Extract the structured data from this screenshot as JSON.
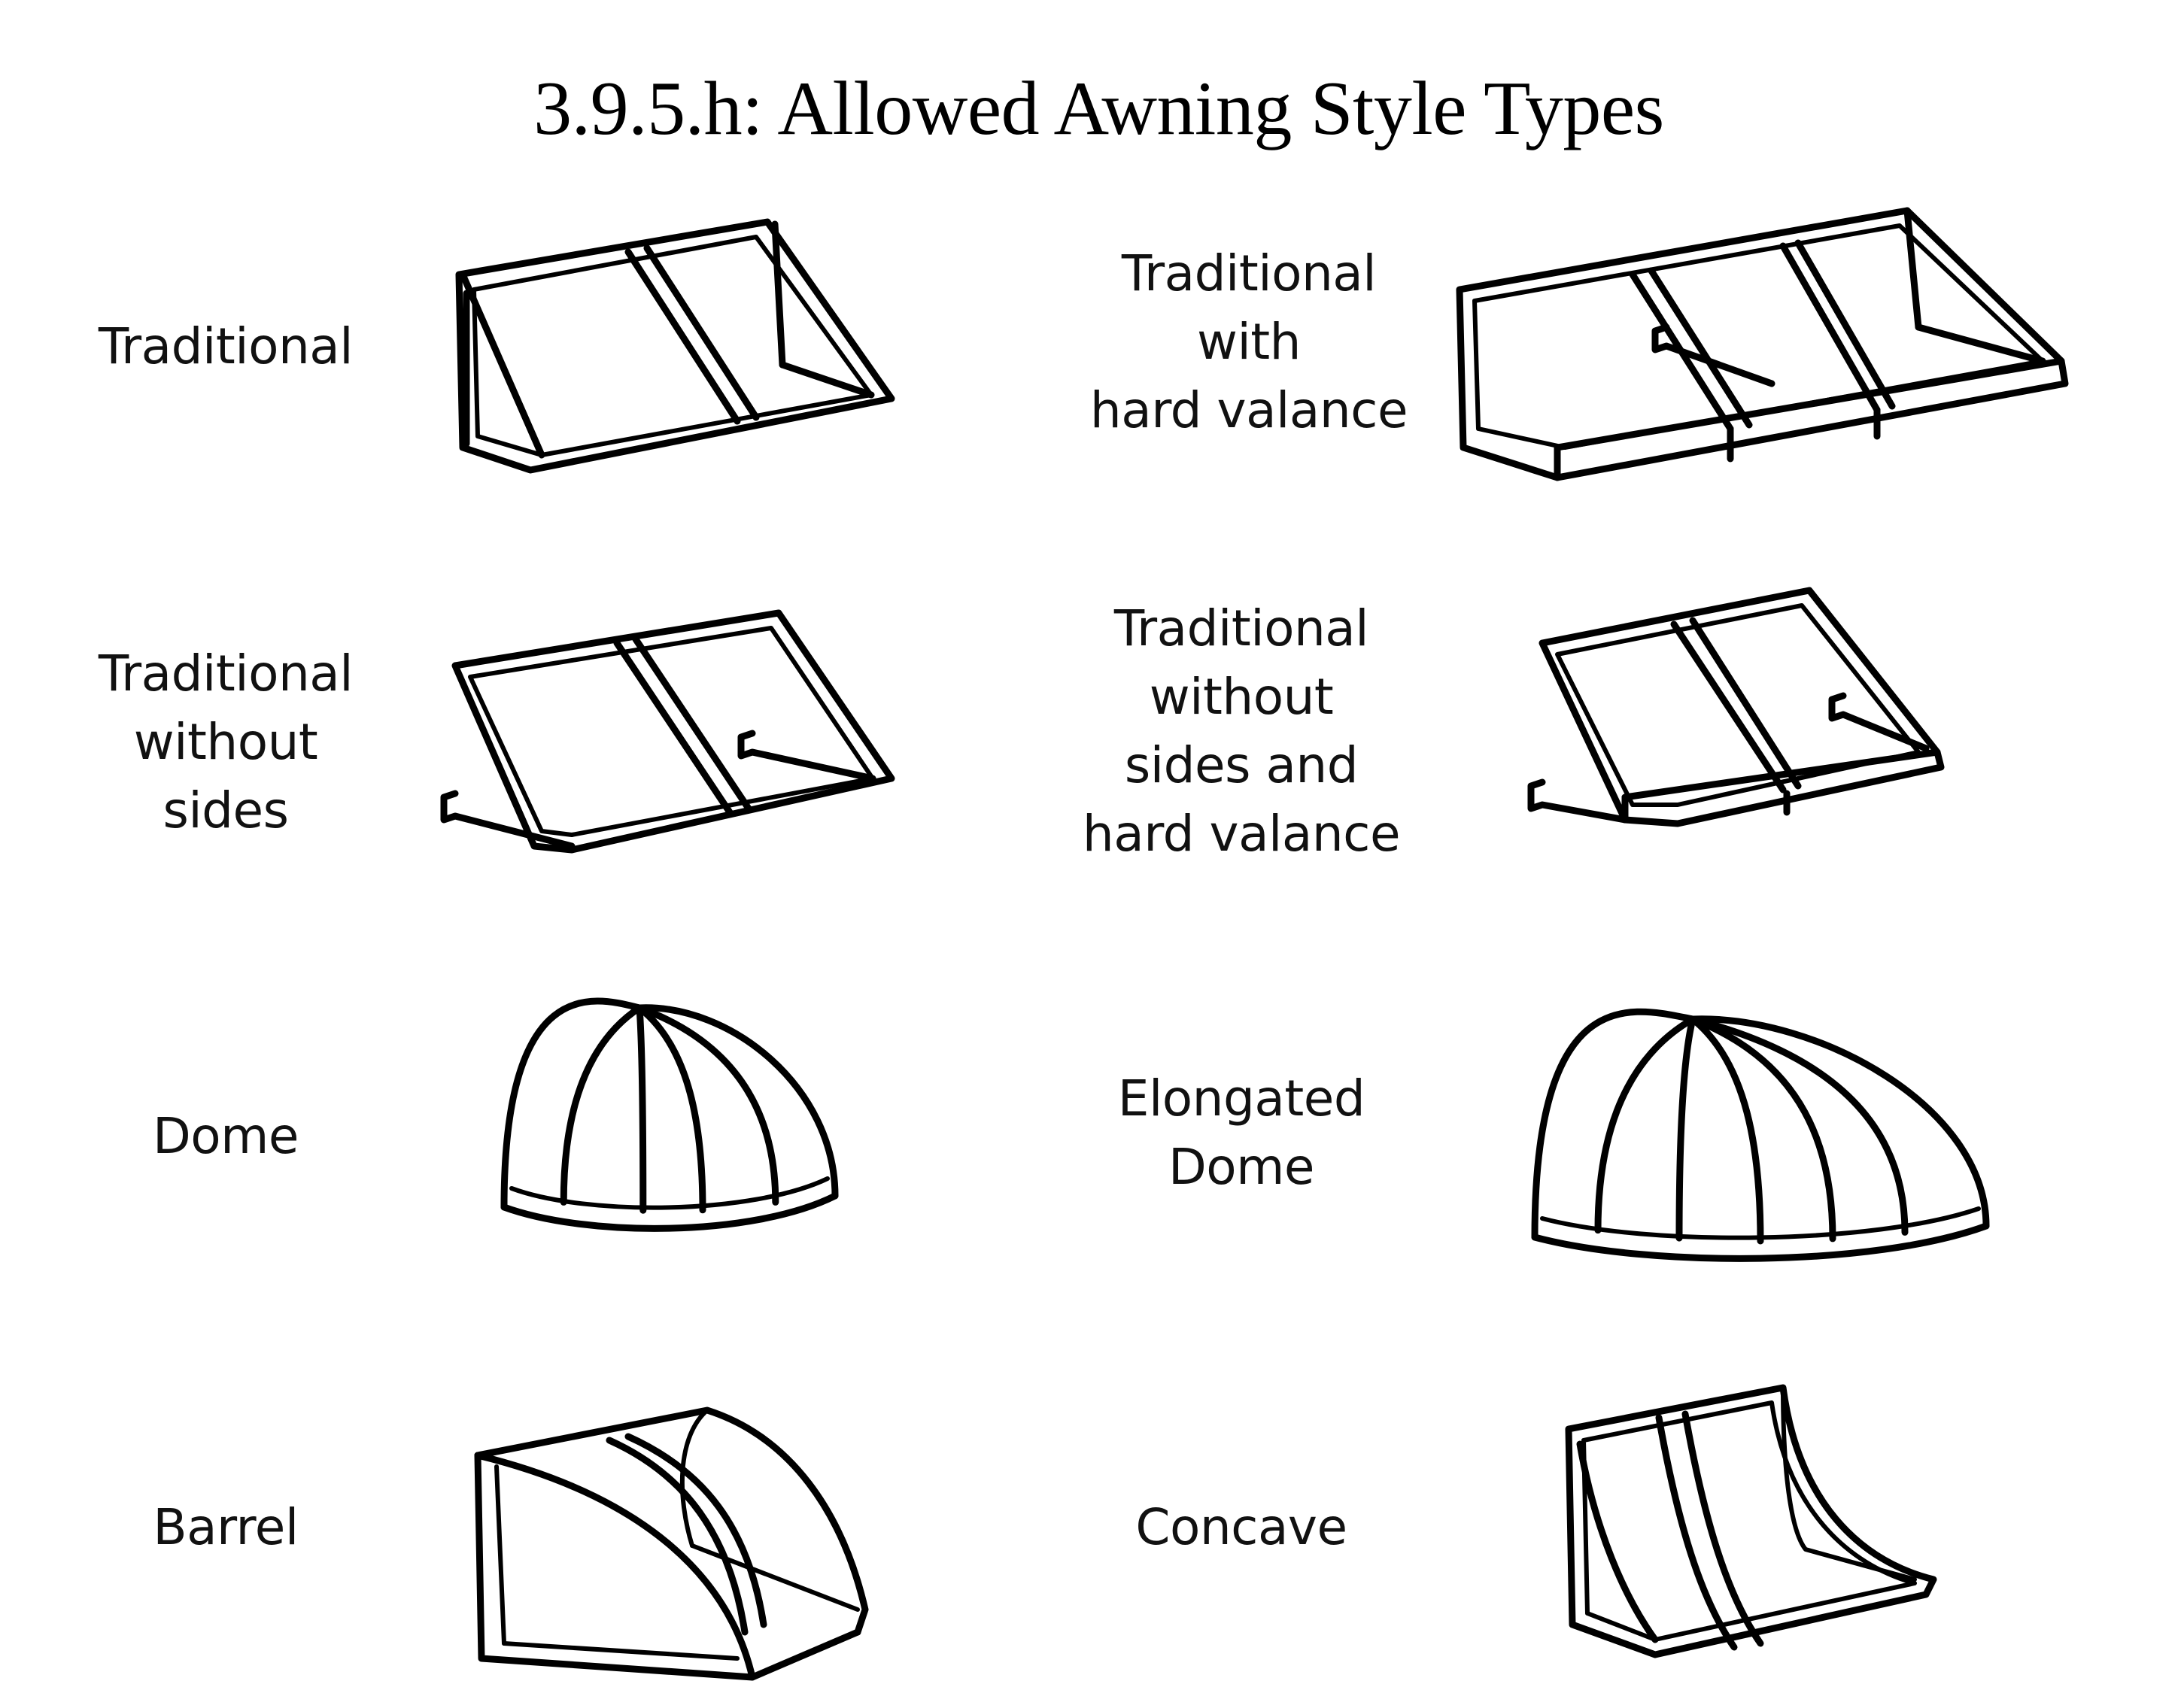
{
  "title": "3.9.5.h: Allowed Awning Style Types",
  "awnings": [
    {
      "id": "traditional",
      "lines": [
        "Traditional"
      ],
      "icon": "traditional-awning-icon"
    },
    {
      "id": "traditional-hard-valance",
      "lines": [
        "Traditional",
        "with",
        "hard valance"
      ],
      "icon": "traditional-hard-valance-awning-icon"
    },
    {
      "id": "traditional-no-sides",
      "lines": [
        "Traditional",
        "without",
        "sides"
      ],
      "icon": "traditional-no-sides-awning-icon"
    },
    {
      "id": "traditional-no-sides-hard-valance",
      "lines": [
        "Traditional",
        "without",
        "sides and",
        "hard valance"
      ],
      "icon": "traditional-no-sides-hard-valance-awning-icon"
    },
    {
      "id": "dome",
      "lines": [
        "Dome"
      ],
      "icon": "dome-awning-icon"
    },
    {
      "id": "elongated-dome",
      "lines": [
        "Elongated",
        "Dome"
      ],
      "icon": "elongated-dome-awning-icon"
    },
    {
      "id": "barrel",
      "lines": [
        "Barrel"
      ],
      "icon": "barrel-awning-icon"
    },
    {
      "id": "concave",
      "lines": [
        "Concave"
      ],
      "icon": "concave-awning-icon"
    }
  ]
}
